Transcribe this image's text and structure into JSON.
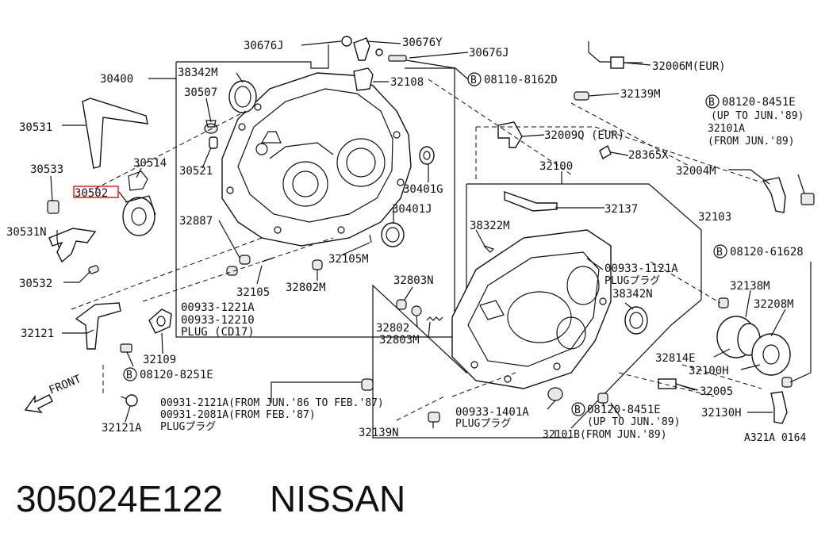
{
  "labels": {
    "l30400": "30400",
    "l38342M": "38342M",
    "l30507": "30507",
    "l30521": "30521",
    "l30531": "30531",
    "l30533": "30533",
    "l30514": "30514",
    "l30502": "30502",
    "l30531N": "30531N",
    "l30532": "30532",
    "l32887": "32887",
    "l32105": "32105",
    "l32802M": "32802M",
    "l32105M": "32105M",
    "l30401J": "30401J",
    "l30401G": "30401G",
    "l32108": "32108",
    "l30676J_a": "30676J",
    "l30676Y": "30676Y",
    "l30676J_b": "30676J",
    "l08110": "08110-8162D",
    "l32006M": "32006M(EUR)",
    "l32139M": "32139M",
    "l08120_8451E_top": "08120-8451E",
    "lUpTo89": "(UP TO JUN.'89)",
    "l32101A": "32101A",
    "lFrom89": "(FROM JUN.'89)",
    "l32009Q": "32009Q (EUR)",
    "l28365X": "28365X",
    "l32004M": "32004M",
    "l32100": "32100",
    "l32137": "32137",
    "l32103": "32103",
    "l38322M": "38322M",
    "l00933_1121A": "00933-1121A",
    "lPlugA": "PLUGプラグ",
    "l38342N": "38342N",
    "l08120_61628": "08120-61628",
    "l32138M": "32138M",
    "l32208M": "32208M",
    "l32803N": "32803N",
    "l32802": "32802",
    "l32803M": "32803M",
    "l00933_1221A": "00933-1221A",
    "l00933_12210": "00933-12210",
    "lPlugCD17": "PLUG (CD17)",
    "l32121": "32121",
    "l32109": "32109",
    "l08120_8251E": "08120-8251E",
    "lFront": "FRONT",
    "l32814E": "32814E",
    "l32100H": "32100H",
    "l32005": "32005",
    "l32130H": "32130H",
    "l00931_2121A": "00931-2121A(FROM JUN.'86 TO FEB.'87)",
    "l00931_2081A": "00931-2081A(FROM FEB.'87)",
    "lPlugB": "PLUGプラグ",
    "l32121A": "32121A",
    "l32139N": "32139N",
    "l00933_1401A": "00933-1401A",
    "lPlugC": "PLUGプラグ",
    "l08120_8451E_bot": "08120-8451E",
    "lUpTo89b": "(UP TO JUN.'89)",
    "l32101B": "32101B(FROM JUN.'89)",
    "lRef": "A321A 0164",
    "bolt_B": "B"
  },
  "caption": {
    "part_number": "305024E122",
    "brand": "NISSAN"
  },
  "highlight_color": "#e01010"
}
